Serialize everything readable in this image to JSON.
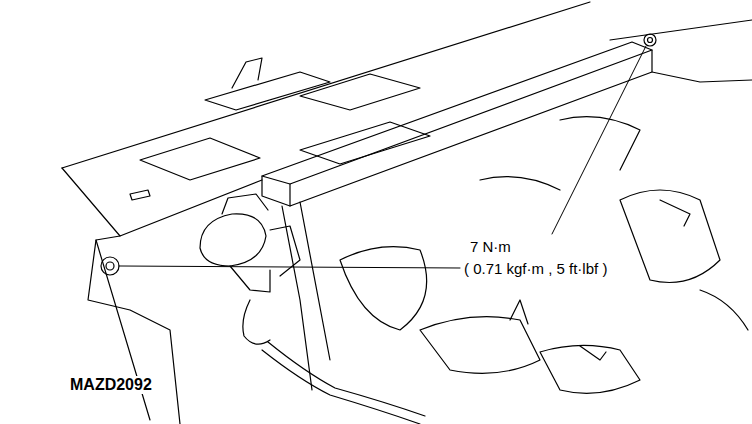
{
  "diagram": {
    "labels": [
      "7 N·m",
      "( 0.71 kgf·m , 5 ft·lbf )",
      "MAZD2092"
    ]
  }
}
